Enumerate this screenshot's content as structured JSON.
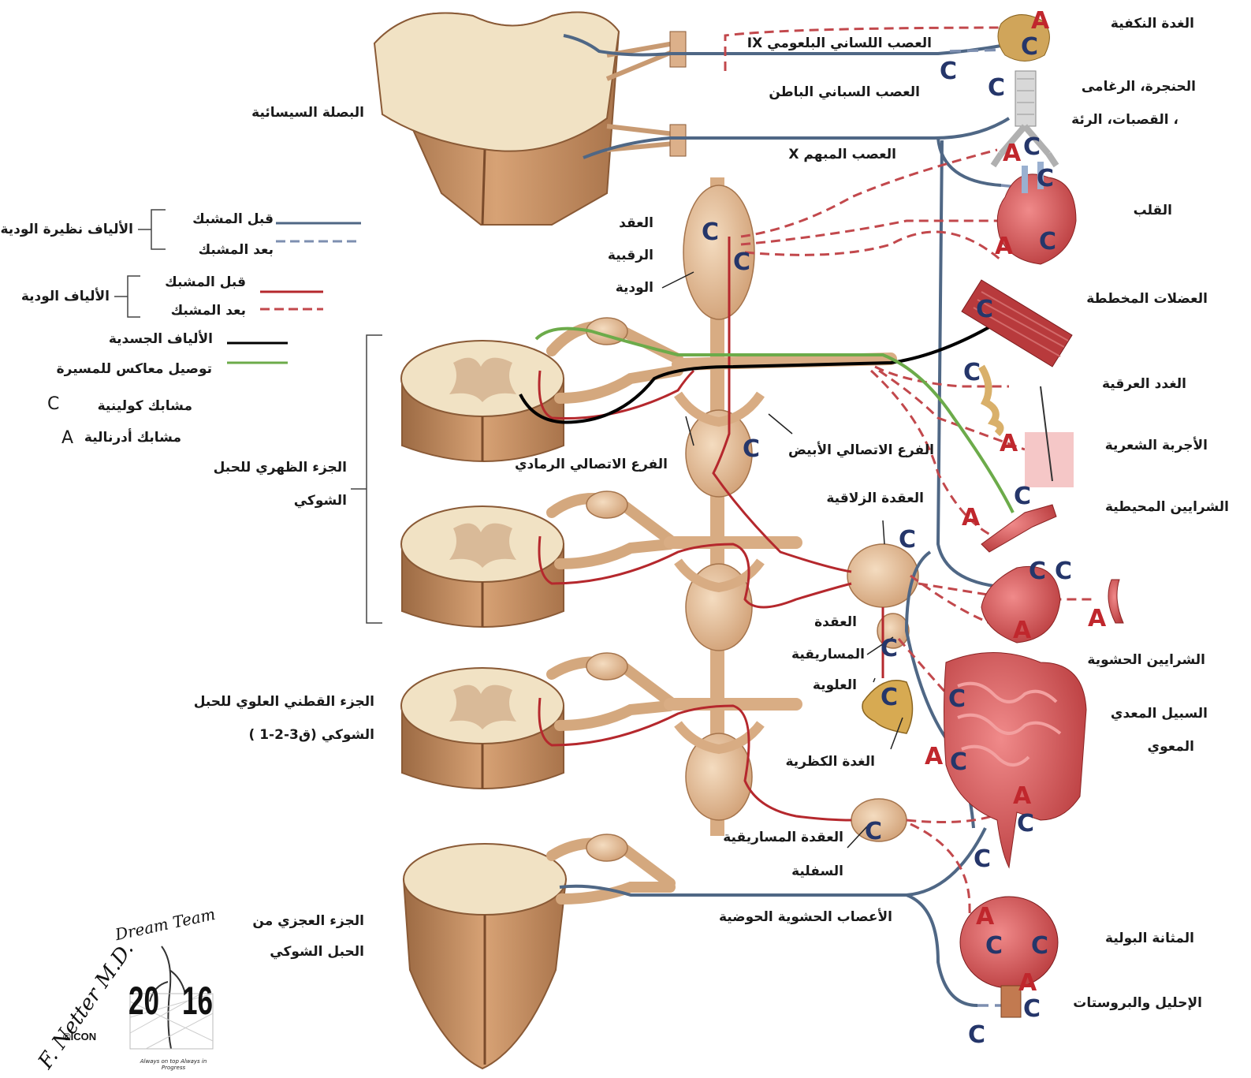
{
  "colors": {
    "pre_parasympathetic": "#4f6785",
    "post_parasympathetic": "#7d8fb0",
    "pre_sympathetic": "#b5282d",
    "post_sympathetic": "#c2484c",
    "somatic": "#000000",
    "afferent": "#6cab4a",
    "tissue": "#d9a679",
    "cholinergic_mark": "#25366a",
    "adrenergic_mark": "#c0272d"
  },
  "legend": {
    "parasympathetic_group": "الألياف نظيرة الودية",
    "sympathetic_group": "الألياف الودية",
    "preganglionic": "قبل المشبك",
    "postganglionic": "بعد المشبك",
    "somatic": "الألياف الجسدية",
    "visceral_afferent": "توصيل معاكس للمسيرة",
    "cholinergic": "مشابك كولينية",
    "adrenergic": "مشابك أدرنالية",
    "cholinergic_symbol": "C",
    "adrenergic_symbol": "A"
  },
  "left_labels": {
    "medulla": "البصلة السيسائية",
    "thoracic_line1": "الجزء الظهري للحبل",
    "thoracic_line2": "الشوكي",
    "lumbar_line1": "الجزء القطني العلوي للحبل",
    "lumbar_line2": "الشوكي (ق3-2-1 )",
    "sacral_line1": "الجزء العجزي من",
    "sacral_line2": "الحبل الشوكي"
  },
  "middle_labels": {
    "glossopharyngeal": "العصب اللساني البلعومي IX",
    "internal_spinal": "العصب السباني الباطن",
    "vagus": "العصب المبهم X",
    "cervical_ganglion_1": "العقد",
    "cervical_ganglion_2": "الرقبية",
    "cervical_ganglion_3": "الودية",
    "white_ramus": "الفرع الاتصالي الأبيض",
    "gray_ramus": "الفرع الاتصالي الرمادي",
    "celiac": "العقدة الزلاقية",
    "superior_mesenteric_1": "العقدة",
    "superior_mesenteric_2": "المساريقية",
    "superior_mesenteric_3": "العلوية",
    "adrenal": "الغدة الكظرية",
    "inferior_mesenteric_1": "العقدة المساريقية",
    "inferior_mesenteric_2": "السفلية",
    "pelvic_splanchnic": "الأعصاب الحشوية الحوضية"
  },
  "right_labels": {
    "parotid": "الغدة النكفية",
    "larynx_line1": "الحنجرة، الرغامى",
    "larynx_line2": "، القصبات، الرئة",
    "heart": "القلب",
    "skeletal_muscle": "العضلات المخططة",
    "sweat": "الغدد العرقية",
    "hair": "الأجربة الشعرية",
    "peripheral_arteries": "الشرايين المحيطية",
    "visceral_arteries": "الشرايين الحشوية",
    "gi_line1": "السبيل المعدي",
    "gi_line2": "المعوي",
    "bladder": "المثانة البولية",
    "urethra": "الإحليل والبروستات"
  },
  "logos": {
    "netter": "F. Netter M.D.",
    "icon": "©ICON",
    "team": "Dream Team",
    "year_left": "20",
    "year_right": "16",
    "motto": "Always on top Always in Progress"
  }
}
